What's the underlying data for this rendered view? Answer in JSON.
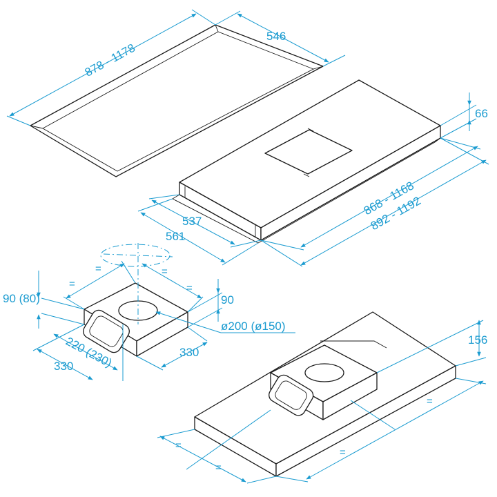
{
  "colors": {
    "dimension": "#1a9bd0",
    "outline": "#1a1a1a"
  },
  "ceiling_panel": {
    "length": "878 - 1178",
    "width": "546"
  },
  "hood": {
    "height": "66",
    "inner_length": "868 - 1168",
    "outer_length": "892 - 1192",
    "inner_width": "537",
    "outer_width": "561"
  },
  "motor_box": {
    "height": "90",
    "height_alt": "90 (80)",
    "outlet": "ø200 (ø150)",
    "width": "330",
    "depth": "330",
    "depth_alt": "220 (230)",
    "equal": "="
  },
  "assembly": {
    "height": "156",
    "equal": "="
  }
}
